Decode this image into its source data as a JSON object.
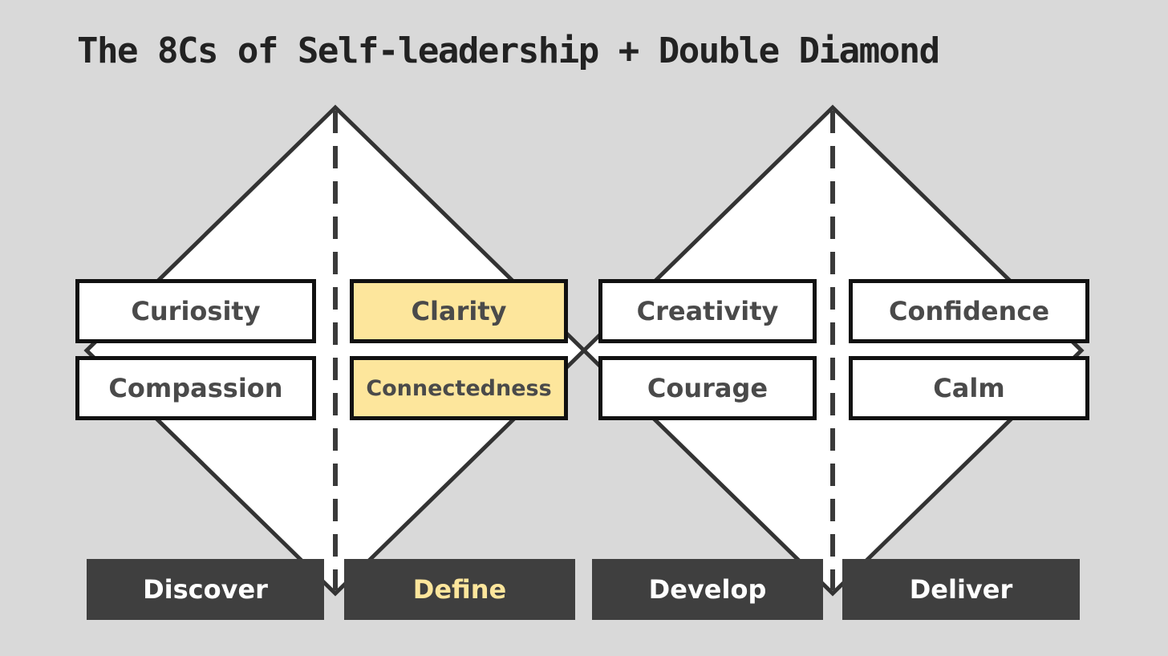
{
  "title": "The 8Cs of Self-leadership + Double Diamond",
  "colors": {
    "background": "#d9d9d9",
    "diamond_fill": "#ffffff",
    "outline": "#333333",
    "box_fill": "#ffffff",
    "highlight_fill": "#fde69c",
    "phase_fill": "#3f3f3f",
    "phase_text": "#ffffff",
    "phase_highlight_text": "#fde69c"
  },
  "boxes": [
    {
      "label": "Curiosity",
      "highlighted": false
    },
    {
      "label": "Clarity",
      "highlighted": true
    },
    {
      "label": "Creativity",
      "highlighted": false
    },
    {
      "label": "Confidence",
      "highlighted": false
    },
    {
      "label": "Compassion",
      "highlighted": false
    },
    {
      "label": "Connectedness",
      "highlighted": true
    },
    {
      "label": "Courage",
      "highlighted": false
    },
    {
      "label": "Calm",
      "highlighted": false
    }
  ],
  "phases": [
    {
      "label": "Discover",
      "highlighted": false
    },
    {
      "label": "Define",
      "highlighted": true
    },
    {
      "label": "Develop",
      "highlighted": false
    },
    {
      "label": "Deliver",
      "highlighted": false
    }
  ]
}
